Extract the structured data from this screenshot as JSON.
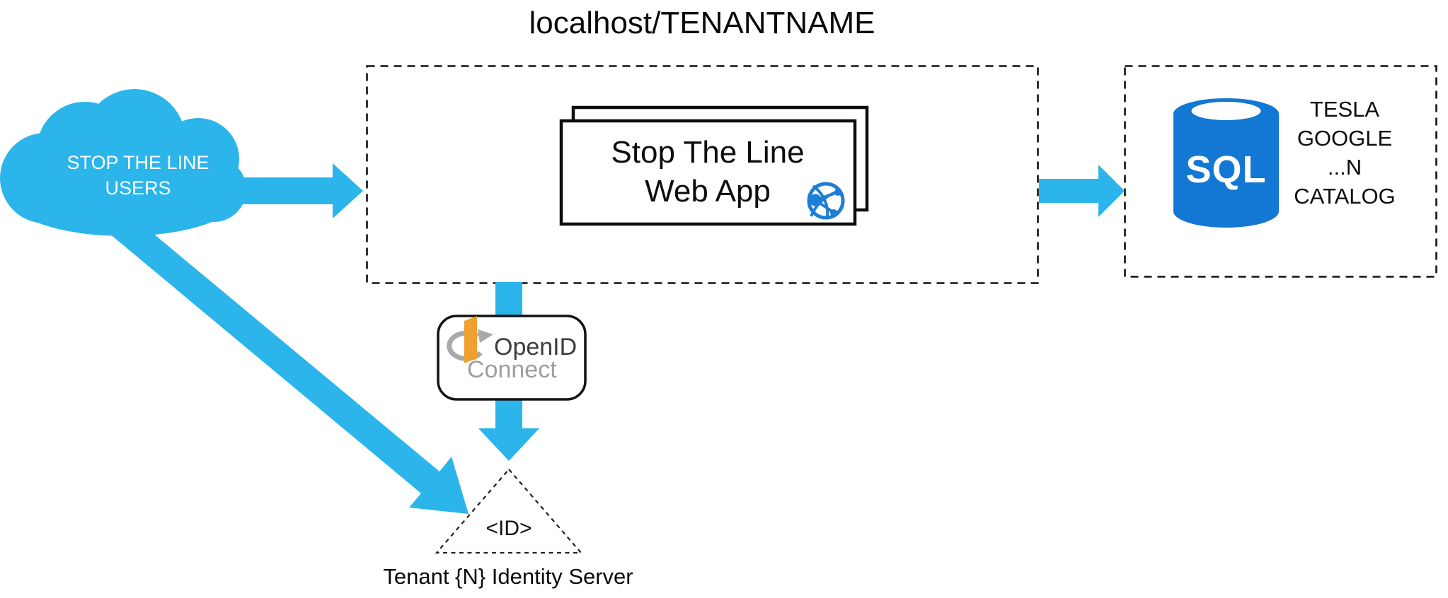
{
  "title": "localhost/TENANTNAME",
  "cloud": {
    "label": "STOP THE LINE\nUSERS"
  },
  "main_box": {
    "web_app": {
      "label": "Stop The Line\nWeb App"
    }
  },
  "catalog_box": {
    "sql_icon_label": "SQL",
    "label": "TESLA\nGOOGLE\n...N\nCATALOG"
  },
  "openid": {
    "brand": "OpenID",
    "brand_sub": "Connect"
  },
  "identity_server": {
    "triangle_label": "<ID>",
    "caption": "Tenant {N} Identity Server"
  },
  "icons": {
    "web_app": "azure-web-app-globe-icon",
    "database": "sql-database-icon",
    "openid": "openid-connect-icon",
    "users": "cloud-icon"
  },
  "colors": {
    "flow_blue": "#2bb5ea",
    "sql_blue": "#1377d4",
    "webapp_icon_blue": "#1e7ed7",
    "openid_orange": "#efa02f",
    "openid_gray": "#a9a9a9"
  }
}
